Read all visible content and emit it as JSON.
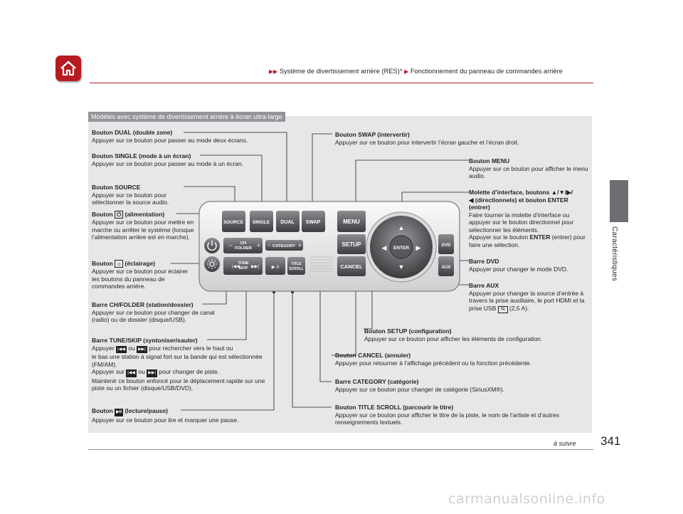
{
  "header": {
    "breadcrumb": [
      "Système de divertissement arrière (RES)*",
      "Fonctionnement du panneau de commandes arrière"
    ],
    "accent_color": "#b71b1f"
  },
  "side_tab": {
    "label": "Caractéristiques",
    "color": "#6d6e71"
  },
  "model_tag": "Modèles avec système de divertissement arrière à écran ultra-large",
  "panel_buttons": {
    "source": "SOURCE",
    "single": "SINGLE",
    "dual": "DUAL",
    "swap": "SWAP",
    "menu": "MENU",
    "setup": "SETUP",
    "cancel": "CANCEL",
    "ch_folder": "CH FOLDER",
    "category": "CATEGORY",
    "tune_skip": "TUNE SKIP",
    "title_scroll": "TITLE SCROLL",
    "enter": "ENTER",
    "dvd": "DVD",
    "aux": "AUX"
  },
  "callouts": {
    "dual": {
      "title": "Bouton DUAL (double zone)",
      "desc": "Appuyer sur ce bouton pour passer au mode deux écrans."
    },
    "single": {
      "title": "Bouton SINGLE (mode à un écran)",
      "desc": "Appuyer sur ce bouton pour passer au mode à un écran."
    },
    "source": {
      "title": "Bouton SOURCE",
      "desc": "Appuyer sur ce bouton pour sélectionner la source audio."
    },
    "power": {
      "title_pre": "Bouton",
      "title_post": "(alimentation)",
      "desc": "Appuyer sur ce bouton pour mettre en marche ou arrêter le système (lorsque l’alimentation arrière est en marche)."
    },
    "light": {
      "title_pre": "Bouton",
      "title_post": "(éclairage)",
      "desc": "Appuyer sur ce bouton pour éclairer les boutons du panneau de commandes arrière."
    },
    "ch_folder": {
      "title": "Barre CH/FOLDER (station/dossier)",
      "desc": "Appuyer sur ce bouton pour changer de canal (radio) ou de dossier (disque/USB)."
    },
    "tune_skip": {
      "title": "Barre TUNE/SKIP (syntoniser/sauter)",
      "l1a": "Appuyer",
      "l1b": "ou",
      "l1c": "pour rechercher vers le haut ou",
      "l2": "le bas une station à signal fort sur la bande qui est sélectionnée (FM/AM).",
      "l3a": "Appuyer sur",
      "l3b": "ou",
      "l3c": "pour changer de piste.",
      "l4": "Maintenir ce bouton enfoncé pour le déplacement rapide sur une piste ou un fichier (disque/USB/DVD)."
    },
    "play": {
      "title_pre": "Bouton",
      "title_post": "(lecture/pause)",
      "desc": "Appuyer sur ce bouton pour lire et marquer une pause."
    },
    "swap": {
      "title": "Bouton SWAP (intervertir)",
      "desc": "Appuyer sur ce bouton pour intervertir l’écran gauche et l’écran droit."
    },
    "menu": {
      "title": "Bouton MENU",
      "desc": "Appuyer sur ce bouton pour afficher le menu audio."
    },
    "dial": {
      "title1": "Molette d’interface, boutons ▲/▼/▶/",
      "title2": "◀ (directionnels) et bouton ENTER",
      "title3": "(entrer)",
      "desc1": "Faire tourner la molette d’interface ou appuyer sur le bouton directionnel pour sélectionner les éléments.",
      "desc2a": "Appuyer sur le bouton ",
      "desc2b": "ENTER",
      "desc2c": " (entrer) pour faire une sélection."
    },
    "dvd": {
      "title": "Barre DVD",
      "desc": "Appuyer pour changer le mode DVD."
    },
    "aux": {
      "title": "Barre AUX",
      "desc": "Appuyer pour changer la source d’entrée à travers la prise auxiliaire, le port HDMI et la prise USB",
      "desc_end": "(2,5 A)."
    },
    "setup": {
      "title": "Bouton SETUP (configuration)",
      "desc": "Appuyer sur ce bouton pour afficher les éléments de configuration."
    },
    "cancel": {
      "title": "Bouton CANCEL (annuler)",
      "desc": "Appuyer pour retourner à l’affichage précédent ou la fonction précédente."
    },
    "category": {
      "title": "Barre CATEGORY (catégorie)",
      "desc": "Appuyer sur ce bouton pour changer de catégorie (SiriusXM®)."
    },
    "title_scroll": {
      "title": "Bouton TITLE SCROLL (parcourir le titre)",
      "desc": "Appuyer sur ce bouton pour afficher le titre de la piste, le nom de l’artiste et d’autres renseignements textuels."
    }
  },
  "footer": {
    "continued": "à suivre",
    "page_number": "341",
    "watermark": "carmanualsonline.info"
  }
}
